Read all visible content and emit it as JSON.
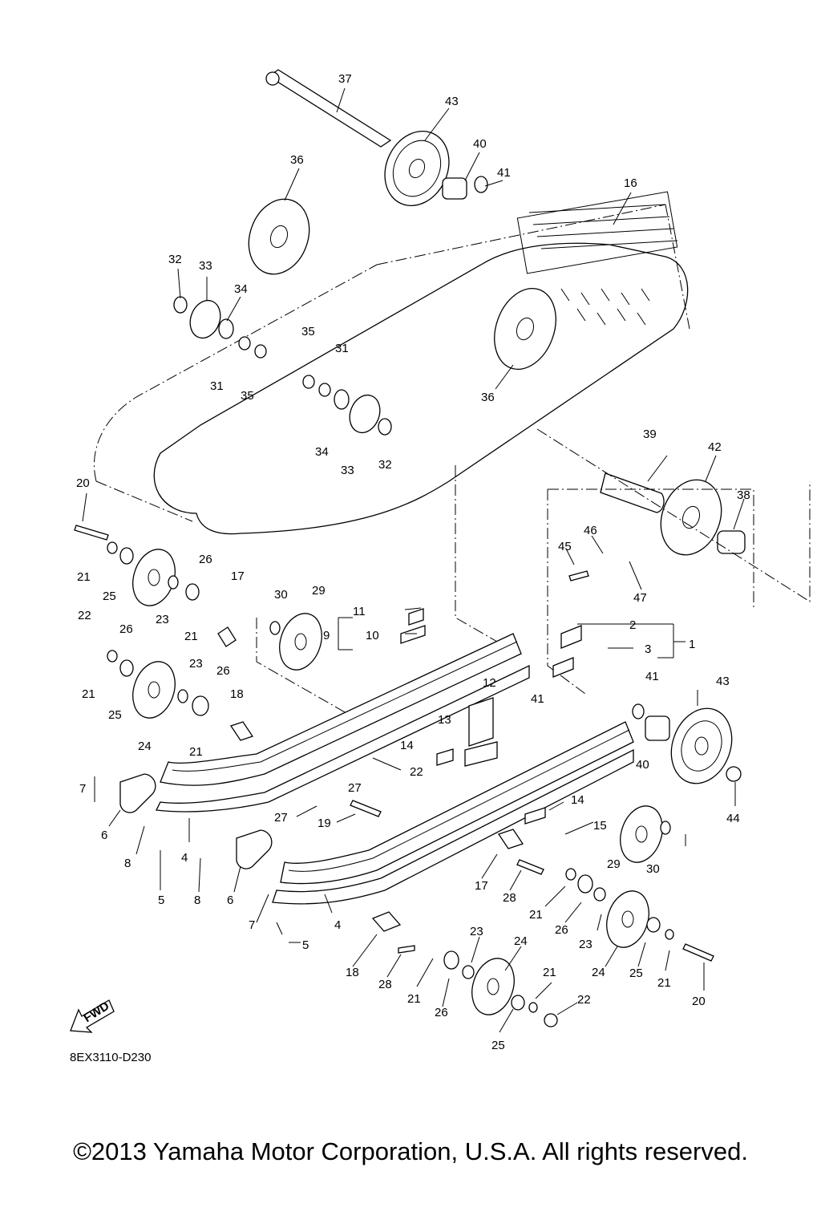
{
  "diagram_code": "8EX3110-D230",
  "copyright": "©2013 Yamaha Motor Corporation, U.S.A. All rights reserved.",
  "fwd_label": "FWD",
  "callouts": [
    "1",
    "2",
    "3",
    "4",
    "5",
    "6",
    "7",
    "8",
    "9",
    "10",
    "11",
    "12",
    "13",
    "14",
    "15",
    "16",
    "17",
    "18",
    "19",
    "20",
    "21",
    "22",
    "23",
    "24",
    "25",
    "26",
    "27",
    "28",
    "29",
    "30",
    "31",
    "32",
    "33",
    "34",
    "35",
    "36",
    "37",
    "38",
    "39",
    "40",
    "41",
    "42",
    "43",
    "44",
    "45",
    "46",
    "47"
  ],
  "labels": [
    {
      "t": "37"
    },
    {
      "t": "43"
    },
    {
      "t": "40"
    },
    {
      "t": "41"
    },
    {
      "t": "36"
    },
    {
      "t": "16"
    },
    {
      "t": "32"
    },
    {
      "t": "33"
    },
    {
      "t": "34"
    },
    {
      "t": "35"
    },
    {
      "t": "31"
    },
    {
      "t": "31"
    },
    {
      "t": "35"
    },
    {
      "t": "36"
    },
    {
      "t": "34"
    },
    {
      "t": "33"
    },
    {
      "t": "32"
    },
    {
      "t": "39"
    },
    {
      "t": "42"
    },
    {
      "t": "38"
    },
    {
      "t": "20"
    },
    {
      "t": "46"
    },
    {
      "t": "45"
    },
    {
      "t": "47"
    },
    {
      "t": "21"
    },
    {
      "t": "25"
    },
    {
      "t": "26"
    },
    {
      "t": "26"
    },
    {
      "t": "23"
    },
    {
      "t": "17"
    },
    {
      "t": "30"
    },
    {
      "t": "29"
    },
    {
      "t": "11"
    },
    {
      "t": "10"
    },
    {
      "t": "9"
    },
    {
      "t": "2"
    },
    {
      "t": "3"
    },
    {
      "t": "1"
    },
    {
      "t": "22"
    },
    {
      "t": "21"
    },
    {
      "t": "23"
    },
    {
      "t": "26"
    },
    {
      "t": "41"
    },
    {
      "t": "41"
    },
    {
      "t": "43"
    },
    {
      "t": "21"
    },
    {
      "t": "25"
    },
    {
      "t": "18"
    },
    {
      "t": "12"
    },
    {
      "t": "24"
    },
    {
      "t": "21"
    },
    {
      "t": "13"
    },
    {
      "t": "14"
    },
    {
      "t": "22"
    },
    {
      "t": "40"
    },
    {
      "t": "7"
    },
    {
      "t": "27"
    },
    {
      "t": "44"
    },
    {
      "t": "14"
    },
    {
      "t": "6"
    },
    {
      "t": "27"
    },
    {
      "t": "8"
    },
    {
      "t": "19"
    },
    {
      "t": "15"
    },
    {
      "t": "29"
    },
    {
      "t": "30"
    },
    {
      "t": "4"
    },
    {
      "t": "5"
    },
    {
      "t": "8"
    },
    {
      "t": "6"
    },
    {
      "t": "17"
    },
    {
      "t": "28"
    },
    {
      "t": "21"
    },
    {
      "t": "26"
    },
    {
      "t": "23"
    },
    {
      "t": "7"
    },
    {
      "t": "4"
    },
    {
      "t": "5"
    },
    {
      "t": "23"
    },
    {
      "t": "24"
    },
    {
      "t": "24"
    },
    {
      "t": "25"
    },
    {
      "t": "21"
    },
    {
      "t": "18"
    },
    {
      "t": "28"
    },
    {
      "t": "21"
    },
    {
      "t": "26"
    },
    {
      "t": "21"
    },
    {
      "t": "22"
    },
    {
      "t": "20"
    },
    {
      "t": "25"
    }
  ]
}
